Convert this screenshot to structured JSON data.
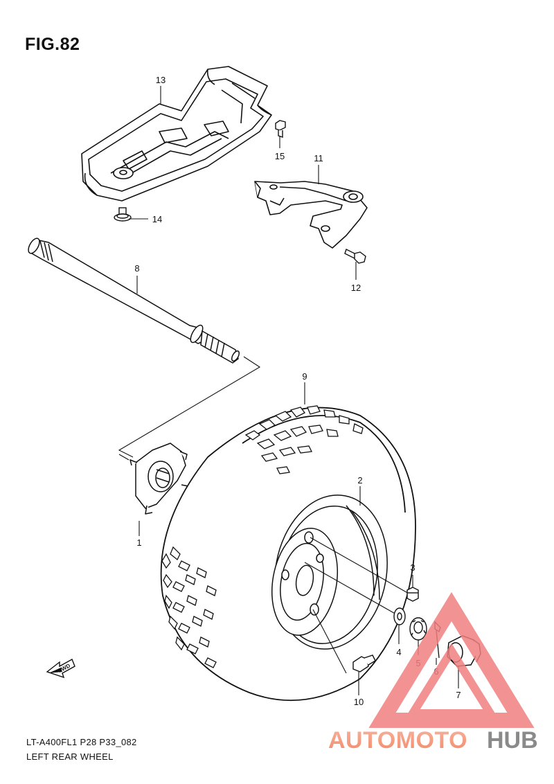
{
  "figure": {
    "title": "FIG.82",
    "code": "LT-A400FL1 P28 P33_082",
    "name": "LEFT REAR WHEEL"
  },
  "callouts": [
    {
      "id": "c1",
      "label": "1"
    },
    {
      "id": "c2",
      "label": "2"
    },
    {
      "id": "c3",
      "label": "3"
    },
    {
      "id": "c4",
      "label": "4"
    },
    {
      "id": "c5",
      "label": "5"
    },
    {
      "id": "c6",
      "label": "6"
    },
    {
      "id": "c7",
      "label": "7"
    },
    {
      "id": "c8",
      "label": "8"
    },
    {
      "id": "c9",
      "label": "9"
    },
    {
      "id": "c10",
      "label": "10"
    },
    {
      "id": "c11",
      "label": "11"
    },
    {
      "id": "c12",
      "label": "12"
    },
    {
      "id": "c13",
      "label": "13"
    },
    {
      "id": "c14",
      "label": "14"
    },
    {
      "id": "c15",
      "label": "15"
    }
  ],
  "fwd_arrow": {
    "label": "FWD"
  },
  "watermark": {
    "text_a": "AUTOMOTO",
    "text_b": "HUB",
    "color_a": "#f7a98f",
    "color_b": "#8a8a8a",
    "triangle_color": "#f08080"
  }
}
